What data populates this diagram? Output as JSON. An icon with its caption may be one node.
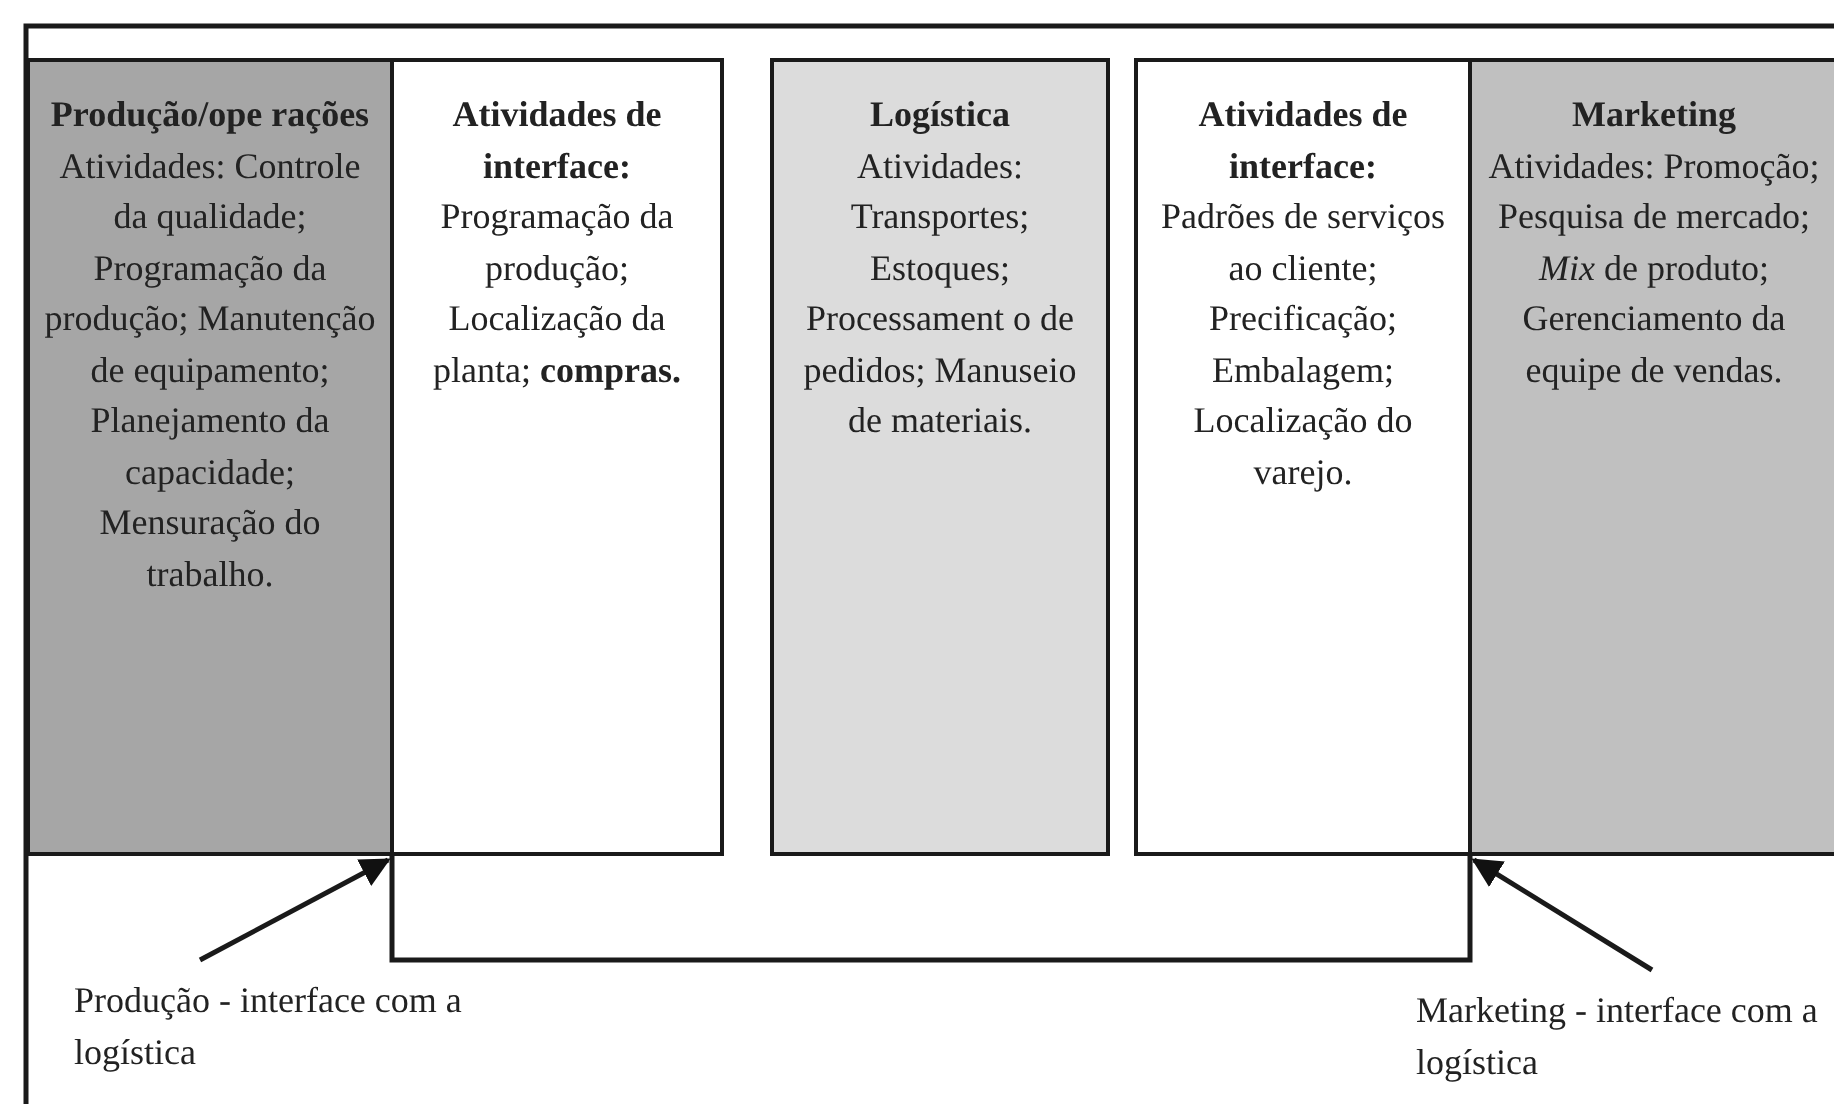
{
  "diagram": {
    "nodes": [
      {
        "text": [
          "Produção/ope rações",
          "Atividades: Controle da qualidade; Programação da produção; Manutenção de equipamento; Planejamento da capacidade; Mensuração do trabalho."
        ]
      },
      {
        "text": [
          "Atividades de interface:",
          "Programação da produção; Localização da planta; **compras.**"
        ]
      },
      {
        "text": [
          "Logística",
          "Atividades: Transportes; Estoques; Processament o de pedidos; Manuseio de materiais."
        ]
      },
      {
        "text": [
          "Atividades de interface:",
          "Padrões de serviços ao cliente; Precificação; Embalagem; Localização do varejo."
        ]
      },
      {
        "text": [
          "Marketing",
          "Atividades: Promoção; Pesquisa de mercado; *Mix* de produto; Gerenciamento da equipe de vendas."
        ]
      },
      {
        "text": [
          "Produção - interface com a logística"
        ]
      },
      {
        "text": [
          "Marketing - interface com a logística"
        ]
      }
    ],
    "edges": [
      {
        "from": 1,
        "to": 3,
        "arrow": "none"
      },
      {
        "from": 5,
        "to": 1,
        "arrow": "to"
      },
      {
        "from": 6,
        "to": 3,
        "arrow": "to"
      }
    ]
  }
}
